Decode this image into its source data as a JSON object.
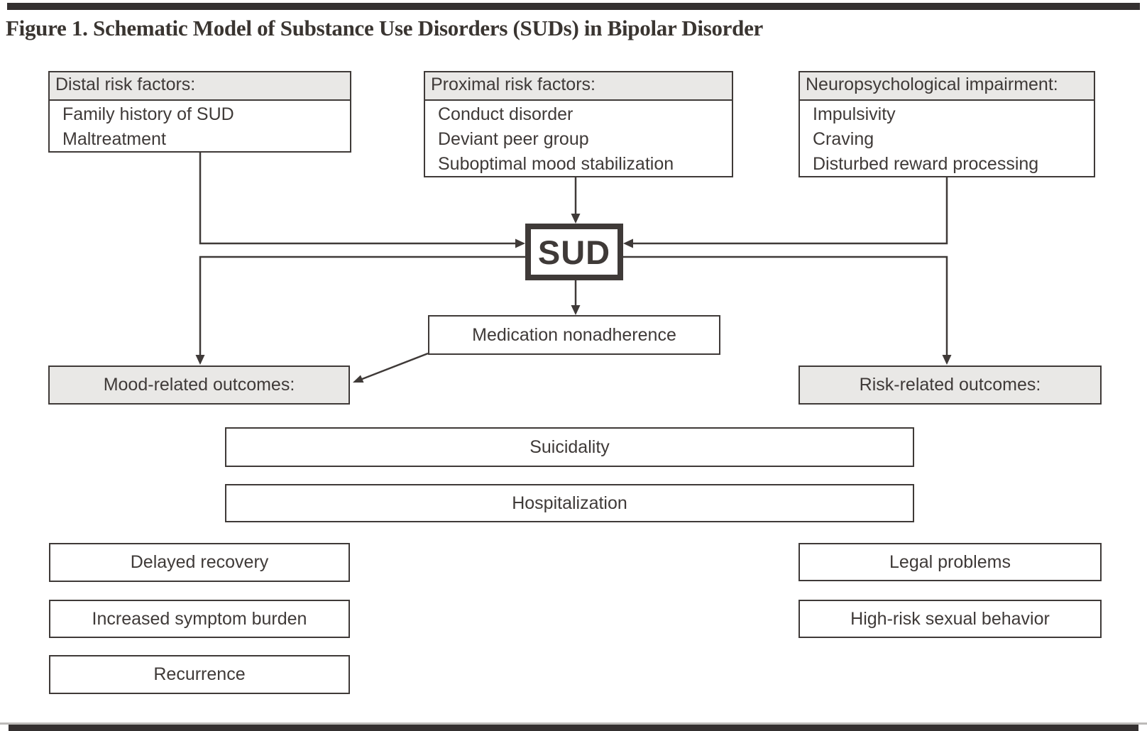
{
  "figure": {
    "title": "Figure 1. Schematic Model of Substance Use Disorders (SUDs) in Bipolar Disorder"
  },
  "colors": {
    "ink": "#3f3a38",
    "box_fill": "#e9e8e6",
    "rule_dark": "#343030",
    "rule_light": "#bdbbb9",
    "background": "#ffffff"
  },
  "boxes": {
    "distal": {
      "header": "Distal risk factors:",
      "items": [
        "Family history of SUD",
        "Maltreatment"
      ]
    },
    "proximal": {
      "header": "Proximal risk factors:",
      "items": [
        "Conduct disorder",
        "Deviant peer group",
        "Suboptimal mood stabilization"
      ]
    },
    "neuro": {
      "header": "Neuropsychological impairment:",
      "items": [
        "Impulsivity",
        "Craving",
        "Disturbed reward processing"
      ]
    },
    "sud": {
      "label": "SUD"
    },
    "medication": {
      "label": "Medication nonadherence"
    },
    "mood_outcomes": {
      "header": "Mood-related outcomes:"
    },
    "risk_outcomes": {
      "header": "Risk-related outcomes:"
    },
    "shared_outcomes": [
      "Suicidality",
      "Hospitalization"
    ],
    "mood_list": [
      "Delayed recovery",
      "Increased symptom burden",
      "Recurrence"
    ],
    "risk_list": [
      "Legal problems",
      "High-risk sexual behavior"
    ]
  }
}
